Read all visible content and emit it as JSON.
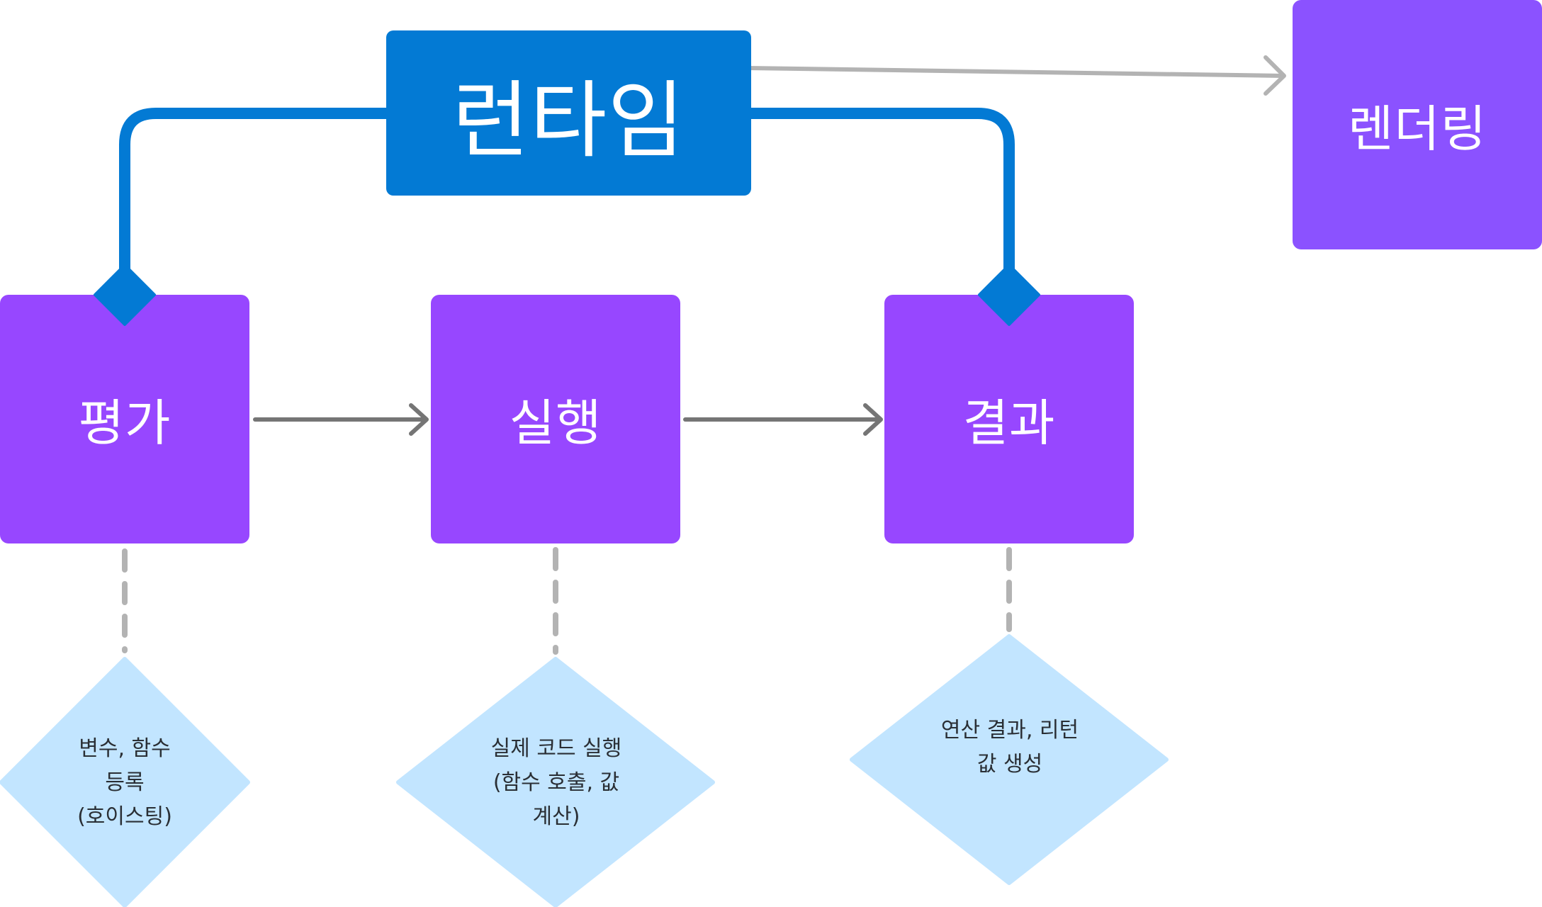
{
  "diagram": {
    "colors": {
      "runtime": "#037ad4",
      "stage": "#9747ff",
      "rendering": "#8b52ff",
      "note": "#c2e5ff",
      "flow_arrow": "#757575",
      "secondary_arrow": "#b3b3b3",
      "note_text": "#2a2f35"
    },
    "runtime": {
      "label": "런타임"
    },
    "rendering": {
      "label": "렌더링"
    },
    "stages": [
      {
        "label": "평가"
      },
      {
        "label": "실행"
      },
      {
        "label": "결과"
      }
    ],
    "notes": [
      {
        "lines": [
          "변수, 함수",
          "등록",
          "(호이스팅)"
        ]
      },
      {
        "lines": [
          "실제 코드 실행",
          "(함수 호출, 값",
          "계산)"
        ]
      },
      {
        "lines": [
          "연산 결과, 리턴",
          "값 생성"
        ]
      }
    ],
    "connections": [
      {
        "from": "runtime",
        "to": "평가",
        "style": "solid-blue-diamond"
      },
      {
        "from": "runtime",
        "to": "결과",
        "style": "solid-blue-diamond"
      },
      {
        "from": "runtime",
        "to": "렌더링",
        "style": "gray-arrow"
      },
      {
        "from": "평가",
        "to": "실행",
        "style": "arrow"
      },
      {
        "from": "실행",
        "to": "결과",
        "style": "arrow"
      },
      {
        "from": "평가",
        "to": "note-1",
        "style": "dashed"
      },
      {
        "from": "실행",
        "to": "note-2",
        "style": "dashed"
      },
      {
        "from": "결과",
        "to": "note-3",
        "style": "dashed"
      }
    ]
  }
}
